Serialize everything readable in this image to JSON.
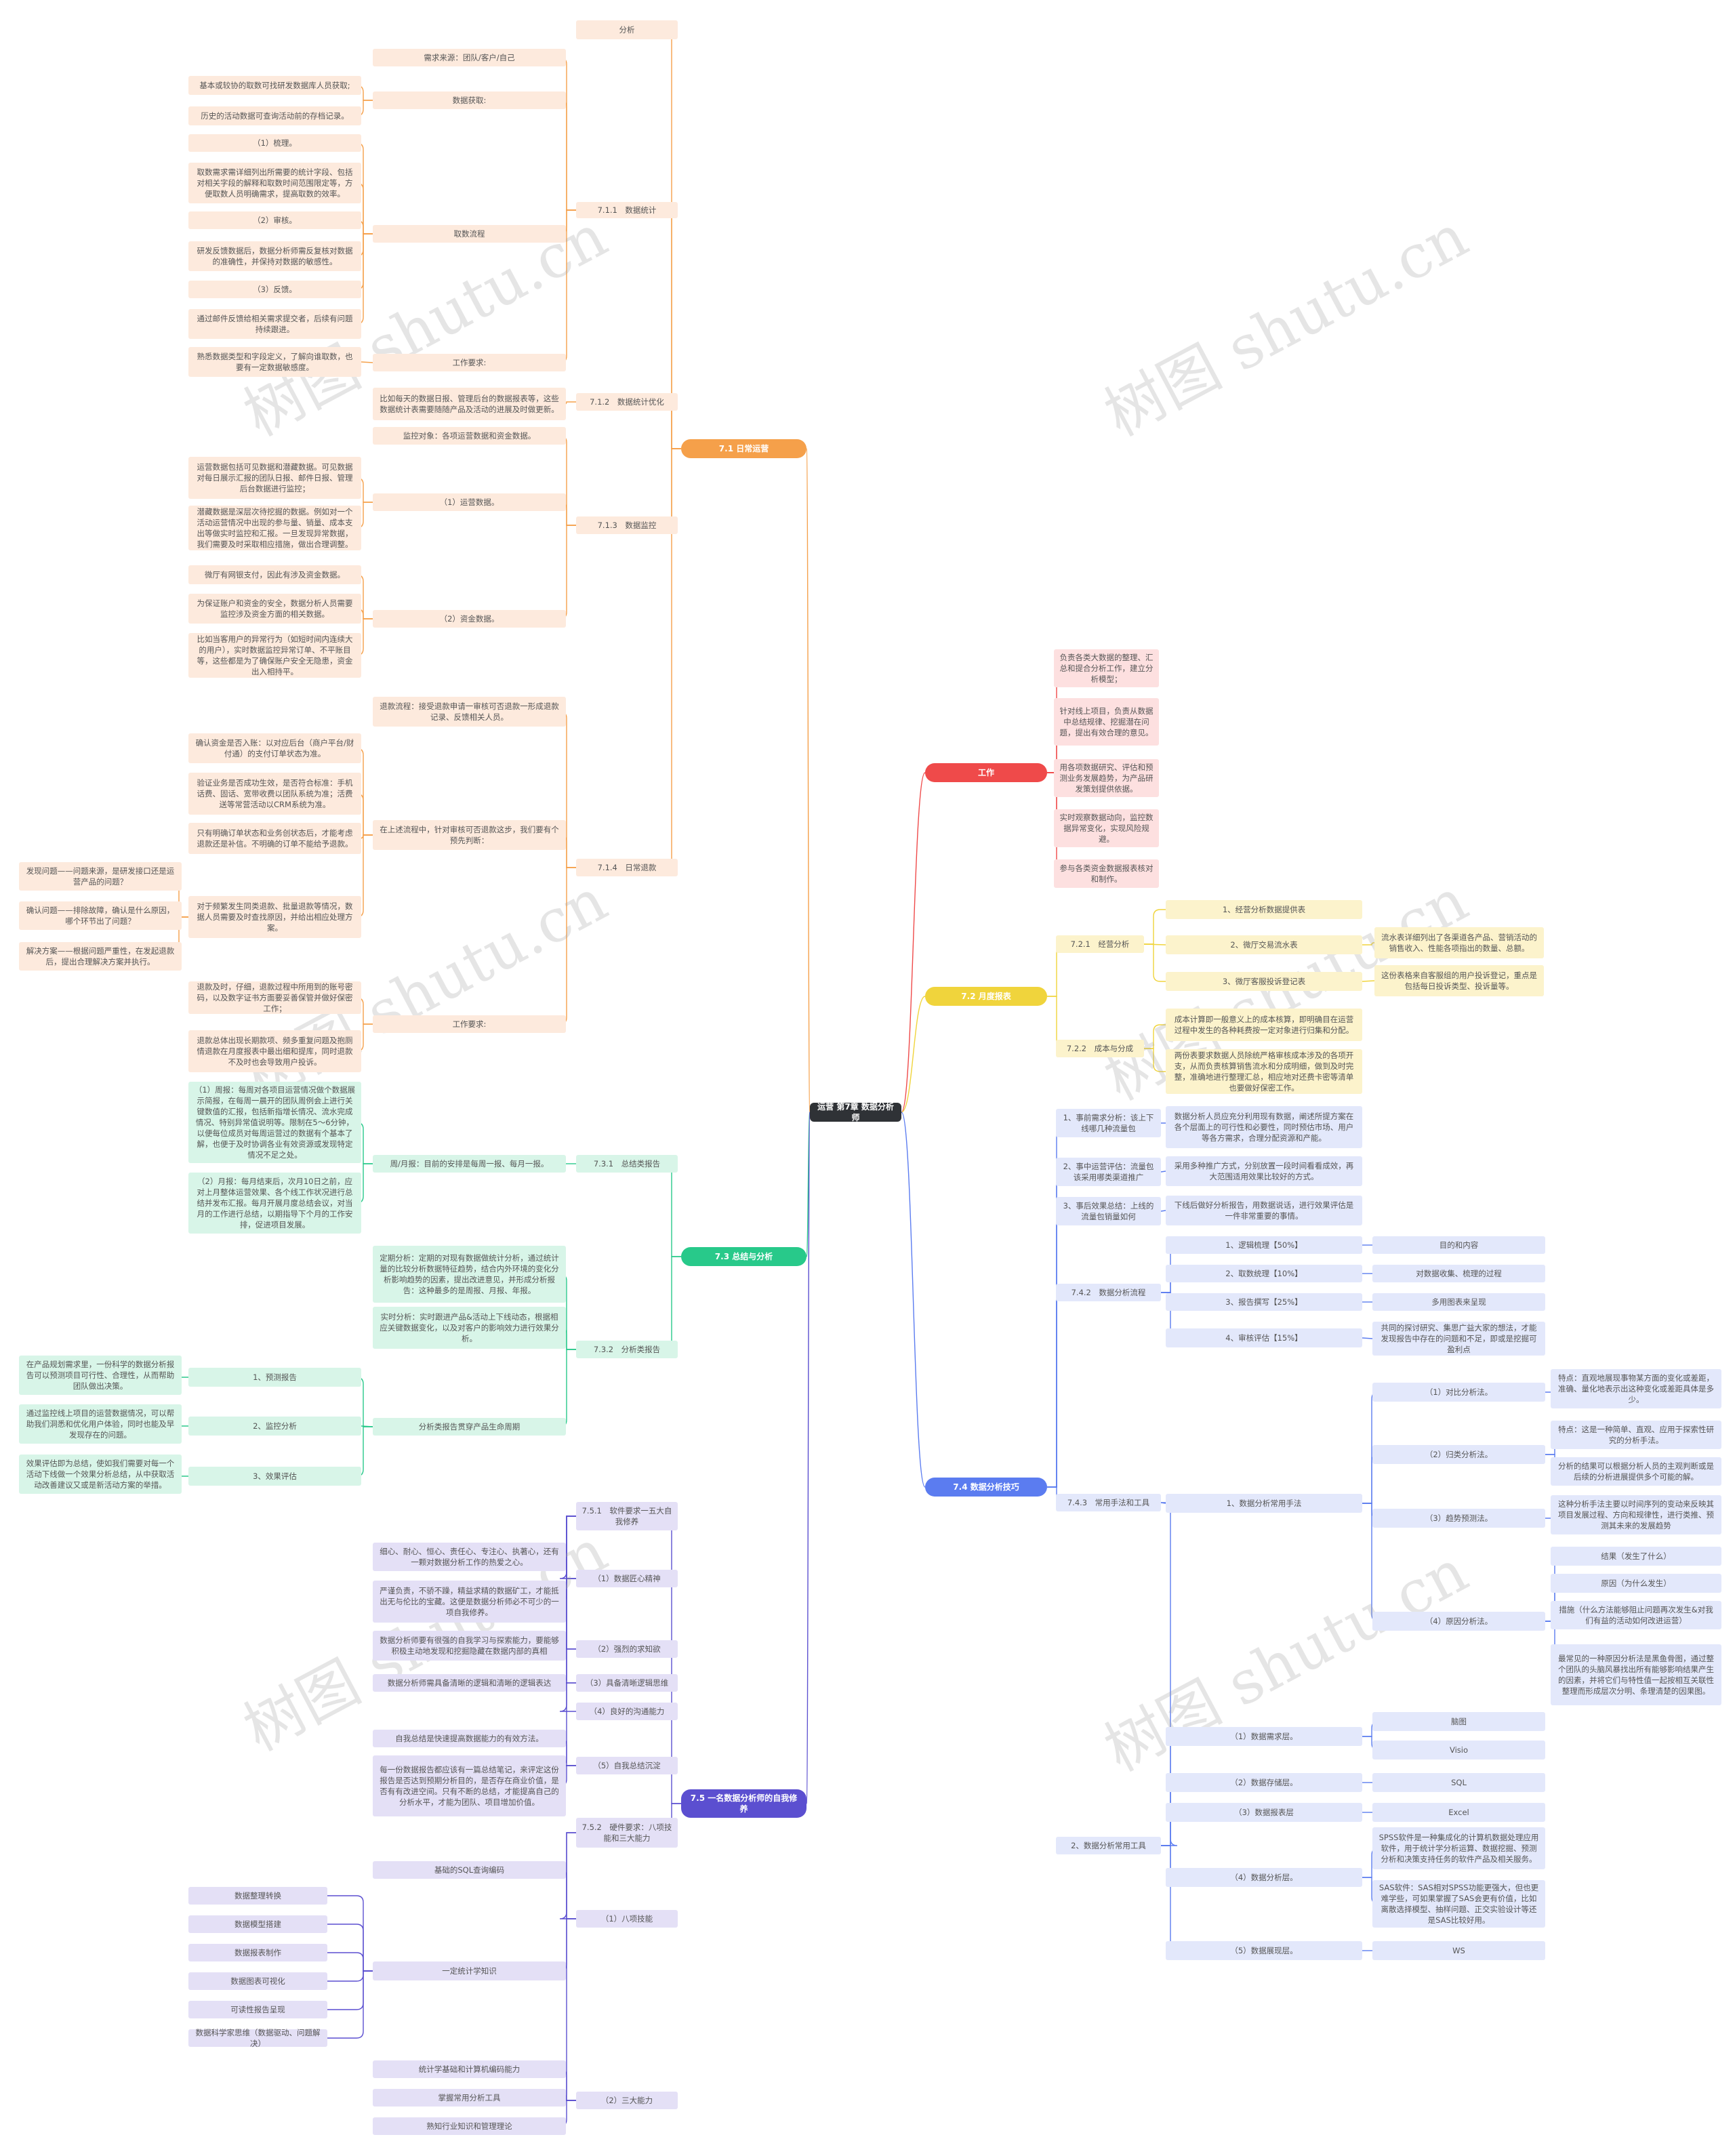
{
  "watermark": "树图 shutu.cn",
  "colors": {
    "root": "#2f3236",
    "orange": "#f5a04a",
    "orange_bg": "#fdeadd",
    "red": "#ef4a4a",
    "red_bg": "#fde0e0",
    "yellow": "#f0d43c",
    "yellow_bg": "#fcf3cc",
    "green": "#28c98a",
    "green_bg": "#d8f5e8",
    "blue": "#5b7cf0",
    "blue_bg": "#e3e8fb",
    "purple": "#5b4fd0",
    "purple_bg": "#e4e0f6"
  },
  "nodes": [
    {
      "id": "root",
      "text": "运营 第7章 数据分析师",
      "level": 0
    },
    {
      "id": "o",
      "text": "7.1 日常运营",
      "level": 1,
      "theme": "orange"
    },
    {
      "id": "o1",
      "text": "分析",
      "theme": "orange"
    },
    {
      "id": "o2",
      "text": "7.1.1　数据统计",
      "theme": "orange"
    },
    {
      "id": "o2a",
      "text": "需求来源：团队/客户/自己",
      "theme": "orange"
    },
    {
      "id": "o2b",
      "text": "数据获取:",
      "theme": "orange"
    },
    {
      "id": "o2b1",
      "text": "基本或较协的取数可找研发数据库人员获取;",
      "theme": "orange"
    },
    {
      "id": "o2b2",
      "text": "历史的活动数据可查询活动前的存档记录。",
      "theme": "orange"
    },
    {
      "id": "o2c",
      "text": "取数流程",
      "theme": "orange"
    },
    {
      "id": "o2c1",
      "text": "（1）梳理。",
      "theme": "orange"
    },
    {
      "id": "o2c2",
      "text": "取数需求需详细列出所需要的统计字段、包括对相关字段的解释和取数时间范围限定等，方便取数人员明确需求，提高取数的效率。",
      "theme": "orange"
    },
    {
      "id": "o2c3",
      "text": "（2）审核。",
      "theme": "orange"
    },
    {
      "id": "o2c4",
      "text": "研发反馈数据后，数据分析师需反复核对数据的准确性，并保持对数据的敏感性。",
      "theme": "orange"
    },
    {
      "id": "o2c5",
      "text": "（3）反馈。",
      "theme": "orange"
    },
    {
      "id": "o2c6",
      "text": "通过邮件反馈给相关需求提交者，后续有问题持续跟进。",
      "theme": "orange"
    },
    {
      "id": "o2d",
      "text": "工作要求:",
      "theme": "orange"
    },
    {
      "id": "o2d1",
      "text": "熟悉数据类型和字段定义，了解向谁取数，也要有一定数据敏感度。",
      "theme": "orange"
    },
    {
      "id": "o3",
      "text": "7.1.2　数据统计优化",
      "theme": "orange"
    },
    {
      "id": "o3a",
      "text": "比如每天的数据日报、管理后台的数据报表等，这些数据统计表需要随随产品及活动的进展及时做更新。",
      "theme": "orange"
    },
    {
      "id": "o4",
      "text": "7.1.3　数据监控",
      "theme": "orange"
    },
    {
      "id": "o4a",
      "text": "监控对象：各项运营数据和资金数据。",
      "theme": "orange"
    },
    {
      "id": "o4b",
      "text": "（1）运营数据。",
      "theme": "orange"
    },
    {
      "id": "o4b1",
      "text": "运营数据包括可见数据和潜藏数据。可见数据对每日展示汇报的团队日报、邮件日报、管理后台数据进行监控；",
      "theme": "orange"
    },
    {
      "id": "o4b2",
      "text": "潜藏数据是深层次待挖掘的数据。例如对一个活动运营情况中出现的参与量、销量、成本支出等做实时监控和汇报。一旦发现异常数据，我们需要及时采取相应措施，做出合理调整。",
      "theme": "orange"
    },
    {
      "id": "o4c",
      "text": "（2）资金数据。",
      "theme": "orange"
    },
    {
      "id": "o4c1",
      "text": "微厅有网银支付，因此有涉及资金数据。",
      "theme": "orange"
    },
    {
      "id": "o4c2",
      "text": "为保证账户和资金的安全，数据分析人员需要监控涉及资金方面的相关数据。",
      "theme": "orange"
    },
    {
      "id": "o4c3",
      "text": "比如当客用户的异常行为（如短时间内连续大的用户），实时数据监控异常订单、不平账目等，这些都是为了确保账户安全无隐患，资金出入相持平。",
      "theme": "orange"
    },
    {
      "id": "o5",
      "text": "7.1.4　日常退款",
      "theme": "orange"
    },
    {
      "id": "o5a",
      "text": "退款流程：接受退款申请一审核可否退款一形成退款记录、反馈相关人员。",
      "theme": "orange"
    },
    {
      "id": "o5b",
      "text": "在上述流程中，针对审核可否退款这步，我们要有个预先判断：",
      "theme": "orange"
    },
    {
      "id": "o5b1",
      "text": "确认资金是否入账：以对应后台（商户平台/财付通）的支付订单状态为准。",
      "theme": "orange"
    },
    {
      "id": "o5b2",
      "text": "验证业务是否成功生效，是否符合标准：手机话费、固话、宽带收费以团队系统为准；活费送等常营活动以CRM系统为准。",
      "theme": "orange"
    },
    {
      "id": "o5b3",
      "text": "只有明确订单状态和业务创状态后，才能考虑退款还是补信。不明确的订单不能给予退款。",
      "theme": "orange"
    },
    {
      "id": "o5b4",
      "text": "对于频繁发生同类退款、批量退款等情况，数据人员需要及时查找原因，并给出相应处理方案。",
      "theme": "orange"
    },
    {
      "id": "o5b4a",
      "text": "发现问题——问题来源，是研发接口还是运营产品的问题？",
      "theme": "orange"
    },
    {
      "id": "o5b4b",
      "text": "确认问题——排除故障，确认是什么原因，哪个环节出了问题？",
      "theme": "orange"
    },
    {
      "id": "o5b4c",
      "text": "解决方案——根据问题严重性，在发起退款后，提出合理解决方案并执行。",
      "theme": "orange"
    },
    {
      "id": "o5c",
      "text": "工作要求:",
      "theme": "orange"
    },
    {
      "id": "o5c1",
      "text": "退款及时，仔细，退款过程中所用到的账号密码，以及数字证书方面要妥善保管并做好保密工作；",
      "theme": "orange"
    },
    {
      "id": "o5c2",
      "text": "退款总体出现长期款项、频多重复问题及抱厕情退款在月度报表中最出细和提库，同时退款不及时也会导致用户投诉。",
      "theme": "orange"
    },
    {
      "id": "w",
      "text": "工作",
      "level": 1,
      "theme": "red"
    },
    {
      "id": "w1",
      "text": "负责各类大数据的整理、汇总和提合分析工作，建立分析模型；",
      "theme": "red"
    },
    {
      "id": "w2",
      "text": "针对线上项目，负责从数据中总结规律、挖掘潜在问题，提出有效合理的意见。",
      "theme": "red"
    },
    {
      "id": "w3",
      "text": "用各项数据研究、评估和预测业务发展趋势，为产品研发策划提供依据。",
      "theme": "red"
    },
    {
      "id": "w4",
      "text": "实时观察数据动向，监控数据异常变化，实现风险规避。",
      "theme": "red"
    },
    {
      "id": "w5",
      "text": "参与各类资金数据报表核对和制作。",
      "theme": "red"
    },
    {
      "id": "y",
      "text": "7.2 月度报表",
      "level": 1,
      "theme": "yellow"
    },
    {
      "id": "y1",
      "text": "7.2.1　经营分析",
      "theme": "yellow"
    },
    {
      "id": "y1a",
      "text": "1、经营分析数据提供表",
      "theme": "yellow"
    },
    {
      "id": "y1b",
      "text": "2、微厅交易流水表",
      "theme": "yellow"
    },
    {
      "id": "y1b1",
      "text": "流水表详细列出了各渠道各产品、营销活动的销售收入、性能各项指出的数量、总额。",
      "theme": "yellow"
    },
    {
      "id": "y1c",
      "text": "3、微厅客服投诉登记表",
      "theme": "yellow"
    },
    {
      "id": "y1c1",
      "text": "这份表格来自客服组的用户投诉登记，重点是包括每日投诉类型、投诉量等。",
      "theme": "yellow"
    },
    {
      "id": "y2",
      "text": "7.2.2　成本与分成",
      "theme": "yellow"
    },
    {
      "id": "y2a",
      "text": "成本计算即一般意义上的成本核算，即明确目在运营过程中发生的各种耗费按一定对象进行归集和分配。",
      "theme": "yellow"
    },
    {
      "id": "y2b",
      "text": "两份表要求数据人员除统严格审核成本涉及的各项开支，从而负责核算销售流水和分成明细，做到及时完整，准确地进行整理汇总，相应地对还费卡密等清单也要做好保密工作。",
      "theme": "yellow"
    },
    {
      "id": "g",
      "text": "7.3 总结与分析",
      "level": 1,
      "theme": "green"
    },
    {
      "id": "g1",
      "text": "7.3.1　总结类报告",
      "theme": "green"
    },
    {
      "id": "g1a",
      "text": "周/月报：目前的安排是每周一报、每月一报。",
      "theme": "green"
    },
    {
      "id": "g1a1",
      "text": "（1）周报：每周对各项目运营情况做个数据展示简报，在每周一晨开的团队周例会上进行关键数值的汇报，包括新指增长情况、流水完成情况、特别异常值说明等。限制在5～6分钟，以便每位成员对每周运营过的数据有个基本了解，也便于及时协调各业有效资源或发现特定情况不足之处。",
      "theme": "green"
    },
    {
      "id": "g1a2",
      "text": "（2）月报：每月结束后，次月10日之前，应对上月整体运营效果、各个线工作状况进行总结并发布汇报。每月开展月度总结会议，对当月的工作进行总结，以期指导下个月的工作安排，促进项目发展。",
      "theme": "green"
    },
    {
      "id": "g2",
      "text": "7.3.2　分析类报告",
      "theme": "green"
    },
    {
      "id": "g2a",
      "text": "定期分析：定期的对现有数据做统计分析，通过统计量的比较分析数据特征趋势，结合内外环境的变化分析影响趋势的因素，提出改进意见，并形成分析报告：这种最多的是周报、月报、年报。",
      "theme": "green"
    },
    {
      "id": "g2b",
      "text": "实时分析：实时跟进产品&活动上下线动态，根据相应关键数据变化，以及对客户的影响效力进行效果分析。",
      "theme": "green"
    },
    {
      "id": "g2c",
      "text": "分析类报告贯穿产品生命周期",
      "theme": "green"
    },
    {
      "id": "g2c1",
      "text": "1、预测报告",
      "theme": "green"
    },
    {
      "id": "g2c1a",
      "text": "在产品规划需求里，一份科学的数据分析报告可以预测项目可行性、合理性，从而帮助团队做出决策。",
      "theme": "green"
    },
    {
      "id": "g2c2",
      "text": "2、监控分析",
      "theme": "green"
    },
    {
      "id": "g2c2a",
      "text": "通过监控线上项目的运营数据情况，可以帮助我们洞悉和优化用户体验，同时也能及早发现存在的问题。",
      "theme": "green"
    },
    {
      "id": "g2c3",
      "text": "3、效果评估",
      "theme": "green"
    },
    {
      "id": "g2c3a",
      "text": "效果评估即为总结，使如我们需要对每一个活动下线做一个效果分析总结，从中获取活动改善建议又或是新活动方案的举措。",
      "theme": "green"
    },
    {
      "id": "b",
      "text": "7.4 数据分析技巧",
      "level": 1,
      "theme": "blue"
    },
    {
      "id": "b1",
      "text": "1、事前需求分析：该上下线哪几种流量包",
      "theme": "blue"
    },
    {
      "id": "b1a",
      "text": "数据分析人员应充分利用现有数据，阐述所提方案在各个层面上的可行性和必要性，同时预估市场、用户等各方需求，合理分配资源和产能。",
      "theme": "blue"
    },
    {
      "id": "b2",
      "text": "2、事中运营评估：流量包该采用哪类渠道推广",
      "theme": "blue"
    },
    {
      "id": "b2a",
      "text": "采用多种推广方式，分别放置一段时间看看成效，再大范围适用效果比较好的方式。",
      "theme": "blue"
    },
    {
      "id": "b3",
      "text": "3、事后效果总结：上线的流量包销量如何",
      "theme": "blue"
    },
    {
      "id": "b3a",
      "text": "下线后做好分析报告，用数据说话，进行效果评估是一件非常重要的事情。",
      "theme": "blue"
    },
    {
      "id": "b4",
      "text": "7.4.2　数据分析流程",
      "theme": "blue"
    },
    {
      "id": "b4a",
      "text": "1、逻辑梳理【50%】",
      "theme": "blue"
    },
    {
      "id": "b4a1",
      "text": "目的和内容",
      "theme": "blue"
    },
    {
      "id": "b4b",
      "text": "2、取数统理【10%】",
      "theme": "blue"
    },
    {
      "id": "b4b1",
      "text": "对数据收集、梳理的过程",
      "theme": "blue"
    },
    {
      "id": "b4c",
      "text": "3、报告撰写【25%】",
      "theme": "blue"
    },
    {
      "id": "b4c1",
      "text": "多用图表来呈现",
      "theme": "blue"
    },
    {
      "id": "b4d",
      "text": "4、审核评估【15%】",
      "theme": "blue"
    },
    {
      "id": "b4d1",
      "text": "共同的探讨研究、集思广益大家的想法，才能发现报告中存在的问题和不足，即或是挖掘可盈利点",
      "theme": "blue"
    },
    {
      "id": "b5",
      "text": "7.4.3　常用手法和工具",
      "theme": "blue"
    },
    {
      "id": "b5a",
      "text": "1、数据分析常用手法",
      "theme": "blue"
    },
    {
      "id": "b5a1",
      "text": "（1）对比分析法。",
      "theme": "blue"
    },
    {
      "id": "b5a1a",
      "text": "特点：直观地展现事物某方面的变化或差距，准确、量化地表示出这种变化或差距具体是多少。",
      "theme": "blue"
    },
    {
      "id": "b5a2",
      "text": "（2）归类分析法。",
      "theme": "blue"
    },
    {
      "id": "b5a2a",
      "text": "特点：这是一种简单、直观、应用于探索性研究的分析手法。",
      "theme": "blue"
    },
    {
      "id": "b5a2b",
      "text": "分析的结果可以根据分析人员的主观判断或是后续的分析进展提供多个可能的解。",
      "theme": "blue"
    },
    {
      "id": "b5a3",
      "text": "（3）趋势预测法。",
      "theme": "blue"
    },
    {
      "id": "b5a3a",
      "text": "这种分析手法主要以时间序列的变动来反映其项目发展过程、方向和规律性，进行类推、预测其未来的发展趋势",
      "theme": "blue"
    },
    {
      "id": "b5a4",
      "text": "（4）原因分析法。",
      "theme": "blue"
    },
    {
      "id": "b5a4a",
      "text": "结果（发生了什么）",
      "theme": "blue"
    },
    {
      "id": "b5a4b",
      "text": "原因（为什么发生）",
      "theme": "blue"
    },
    {
      "id": "b5a4c",
      "text": "措施（什么方法能够阻止问题再次发生&对我们有益的活动如何改进运营）",
      "theme": "blue"
    },
    {
      "id": "b5a4d",
      "text": "最常见的一种原因分析法是黑鱼骨图，通过整个团队的头脑风暴找出所有能够影响结果产生的因素，并将它们与特性值一起按相互关联性整理而形成层次分明、条理清楚的因果图。",
      "theme": "blue"
    },
    {
      "id": "b5b",
      "text": "2、数据分析常用工具",
      "theme": "blue"
    },
    {
      "id": "b5b1",
      "text": "（1）数据需求层。",
      "theme": "blue"
    },
    {
      "id": "b5b1a",
      "text": "脑图",
      "theme": "blue"
    },
    {
      "id": "b5b1b",
      "text": "Visio",
      "theme": "blue"
    },
    {
      "id": "b5b2",
      "text": "（2）数据存储层。",
      "theme": "blue"
    },
    {
      "id": "b5b2a",
      "text": "SQL",
      "theme": "blue"
    },
    {
      "id": "b5b3",
      "text": "（3）数据报表层",
      "theme": "blue"
    },
    {
      "id": "b5b3a",
      "text": "Excel",
      "theme": "blue"
    },
    {
      "id": "b5b4",
      "text": "（4）数据分析层。",
      "theme": "blue"
    },
    {
      "id": "b5b4a",
      "text": "SPSS软件是一种集成化的计算机数据处理应用软件，用于统计学分析运算、数据挖掘、预测分析和决策支持任务的软件产品及相关服务。",
      "theme": "blue"
    },
    {
      "id": "b5b4b",
      "text": "SAS软件：SAS相对SPSS功能更强大，但也更难学些，可如果掌握了SAS会更有价值，比如离散选择模型、抽样问题、正交实验设计等还是SAS比较好用。",
      "theme": "blue"
    },
    {
      "id": "b5b5",
      "text": "（5）数据展现层。",
      "theme": "blue"
    },
    {
      "id": "b5b5a",
      "text": "WS",
      "theme": "blue"
    },
    {
      "id": "p",
      "text": "7.5 一名数据分析师的自我修养",
      "level": 1,
      "theme": "purple"
    },
    {
      "id": "p1",
      "text": "7.5.1　软件要求一五大自我修养",
      "theme": "purple"
    },
    {
      "id": "p1a",
      "text": "（1）数据匠心精神",
      "theme": "purple"
    },
    {
      "id": "p1a1",
      "text": "细心、耐心、恒心、责任心、专注心、执著心，还有一颗对数据分析工作的热爱之心。",
      "theme": "purple"
    },
    {
      "id": "p1a2",
      "text": "严谨负责，不骄不躁，精益求精的数据矿工，才能抵出无与伦比的宝藏。这便是数据分析师必不可少的一项自我修养。",
      "theme": "purple"
    },
    {
      "id": "p1b",
      "text": "（2）强烈的求知欲",
      "theme": "purple"
    },
    {
      "id": "p1b1",
      "text": "数据分析师要有很强的自我学习与探索能力，要能够积极主动地发现和挖掘隐藏在数据内部的真相",
      "theme": "purple"
    },
    {
      "id": "p1c",
      "text": "（3）具备清晰逻辑思维",
      "theme": "purple"
    },
    {
      "id": "p1c1",
      "text": "数据分析师需具备清晰的逻辑和清晰的逻辑表达",
      "theme": "purple"
    },
    {
      "id": "p1d",
      "text": "（4）良好的沟通能力",
      "theme": "purple"
    },
    {
      "id": "p1e",
      "text": "（5）自我总结沉淀",
      "theme": "purple"
    },
    {
      "id": "p1e1",
      "text": "自我总结是快速提高数据能力的有效方法。",
      "theme": "purple"
    },
    {
      "id": "p1e2",
      "text": "每一份数据报告都应该有一篇总结笔记，来评定这份报告是否达到预期分析目的，是否存在商业价值，是否有有改进空间。只有不断的总结，才能提高自己的分析水平，才能为团队、项目增加价值。",
      "theme": "purple"
    },
    {
      "id": "p2",
      "text": "7.5.2　硬件要求：八项技能和三大能力",
      "theme": "purple"
    },
    {
      "id": "p2a",
      "text": "（1）八项技能",
      "theme": "purple"
    },
    {
      "id": "p2a1",
      "text": "基础的SQL查询编码",
      "theme": "purple"
    },
    {
      "id": "p2a2",
      "text": "一定统计学知识",
      "theme": "purple"
    },
    {
      "id": "p2a2a",
      "text": "数据整理转换",
      "theme": "purple"
    },
    {
      "id": "p2a2b",
      "text": "数据模型搭建",
      "theme": "purple"
    },
    {
      "id": "p2a2c",
      "text": "数据报表制作",
      "theme": "purple"
    },
    {
      "id": "p2a2d",
      "text": "数据图表可视化",
      "theme": "purple"
    },
    {
      "id": "p2a2e",
      "text": "可读性报告呈现",
      "theme": "purple"
    },
    {
      "id": "p2a2f",
      "text": "数据科学家思维（数据驱动、问题解决）",
      "theme": "purple"
    },
    {
      "id": "p2b",
      "text": "（2）三大能力",
      "theme": "purple"
    },
    {
      "id": "p2b1",
      "text": "统计学基础和计算机编码能力",
      "theme": "purple"
    },
    {
      "id": "p2b2",
      "text": "掌握常用分析工具",
      "theme": "purple"
    },
    {
      "id": "p2b3",
      "text": "熟知行业知识和管理理论",
      "theme": "purple"
    }
  ]
}
